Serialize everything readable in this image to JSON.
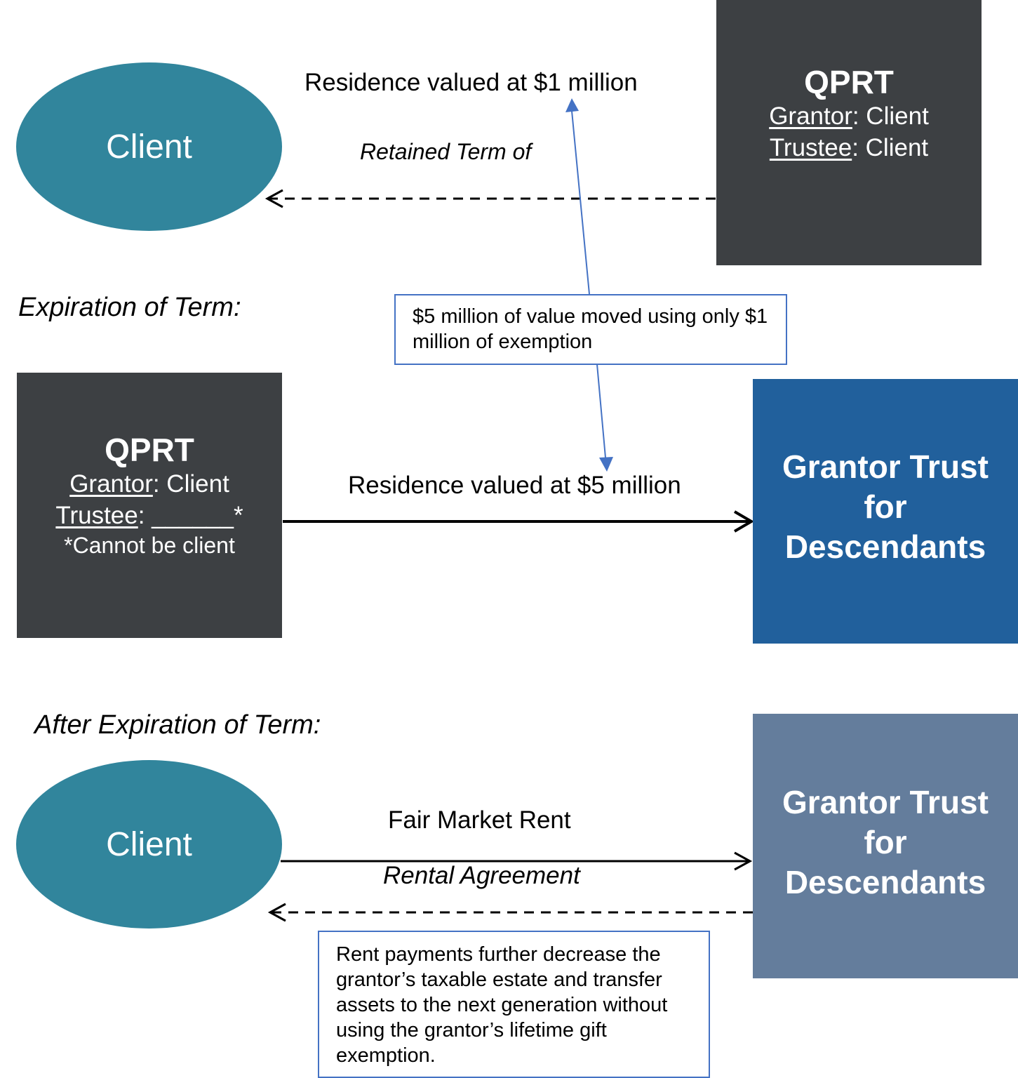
{
  "top": {
    "client": {
      "label": "Client",
      "color": "#31859c"
    },
    "residence_label": "Residence valued at $1 million",
    "retained_term_label": "Retained Term of",
    "qprt": {
      "title": "QPRT",
      "grantor_key": "Grantor",
      "grantor_value": ": Client",
      "trustee_key": "Trustee",
      "trustee_value": ": Client",
      "color": "#3d4043"
    }
  },
  "middle": {
    "section_title": "Expiration of Term:",
    "value_note": "$5 million of value moved using only $1 million of exemption",
    "qprt": {
      "title": "QPRT",
      "grantor_key": "Grantor",
      "grantor_value": ": Client",
      "trustee_key": "Trustee",
      "trustee_value": ": ______*",
      "note": "*Cannot be client",
      "color": "#3d4043"
    },
    "residence_label": "Residence valued at $5 million",
    "grantor_trust": {
      "line1": "Grantor Trust",
      "line2": "for",
      "line3": "Descendants",
      "color": "#21609c"
    }
  },
  "bottom": {
    "section_title": "After Expiration of Term:",
    "client": {
      "label": "Client",
      "color": "#31859c"
    },
    "rent_label": "Fair Market Rent",
    "rental_agreement_label": "Rental Agreement",
    "grantor_trust": {
      "line1": "Grantor Trust",
      "line2": "for",
      "line3": "Descendants",
      "color": "#647d9c"
    },
    "rent_note": "Rent payments further decrease the grantor’s taxable estate and transfer assets to the next generation without using the grantor’s lifetime gift exemption."
  },
  "colors": {
    "connector_blue": "#4472c4",
    "arrow_black": "#000000"
  }
}
